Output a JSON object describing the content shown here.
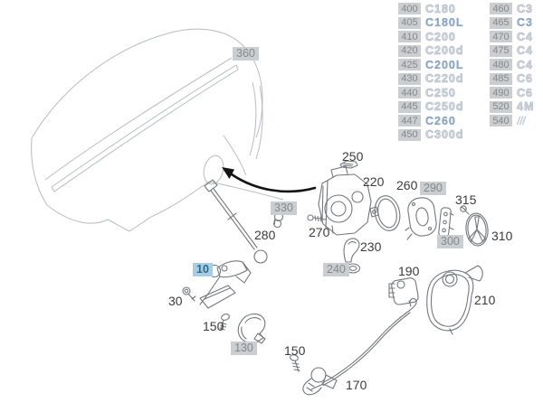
{
  "model_table": {
    "left_column": [
      {
        "code": "400",
        "model": "C180",
        "style": "outline"
      },
      {
        "code": "405",
        "model": "C180L",
        "style": "solid"
      },
      {
        "code": "410",
        "model": "C200",
        "style": "outline"
      },
      {
        "code": "420",
        "model": "C200d",
        "style": "outline"
      },
      {
        "code": "425",
        "model": "C200L",
        "style": "solid"
      },
      {
        "code": "430",
        "model": "C220d",
        "style": "outline"
      },
      {
        "code": "440",
        "model": "C250",
        "style": "outline"
      },
      {
        "code": "445",
        "model": "C250d",
        "style": "outline"
      },
      {
        "code": "447",
        "model": "C260",
        "style": "solid"
      },
      {
        "code": "450",
        "model": "C300d",
        "style": "outline"
      }
    ],
    "right_column": [
      {
        "code": "460",
        "model": "C3",
        "style": "outline"
      },
      {
        "code": "465",
        "model": "C3",
        "style": "solid"
      },
      {
        "code": "470",
        "model": "C4",
        "style": "outline"
      },
      {
        "code": "475",
        "model": "C4",
        "style": "outline"
      },
      {
        "code": "480",
        "model": "C4",
        "style": "outline"
      },
      {
        "code": "485",
        "model": "C6",
        "style": "outline"
      },
      {
        "code": "490",
        "model": "C6",
        "style": "outline"
      },
      {
        "code": "520",
        "model": "4M",
        "style": "outline"
      },
      {
        "code": "540",
        "model": "///",
        "style": "hatch"
      }
    ]
  },
  "part_labels": [
    {
      "text": "360",
      "badge": "gray"
    },
    {
      "text": "250",
      "badge": "none"
    },
    {
      "text": "220",
      "badge": "none"
    },
    {
      "text": "260",
      "badge": "none"
    },
    {
      "text": "290",
      "badge": "gray"
    },
    {
      "text": "315",
      "badge": "none"
    },
    {
      "text": "300",
      "badge": "gray"
    },
    {
      "text": "310",
      "badge": "none"
    },
    {
      "text": "270",
      "badge": "none"
    },
    {
      "text": "230",
      "badge": "none"
    },
    {
      "text": "240",
      "badge": "gray"
    },
    {
      "text": "190",
      "badge": "none"
    },
    {
      "text": "210",
      "badge": "none"
    },
    {
      "text": "330",
      "badge": "gray"
    },
    {
      "text": "280",
      "badge": "none"
    },
    {
      "text": "10",
      "badge": "blue",
      "selected": true
    },
    {
      "text": "30",
      "badge": "none"
    },
    {
      "text": "150",
      "badge": "none"
    },
    {
      "text": "130",
      "badge": "gray"
    },
    {
      "text": "150",
      "badge": "none"
    },
    {
      "text": "170",
      "badge": "none"
    }
  ],
  "colors": {
    "label_text": "#3b3b3b",
    "badge_gray_bg": "#cbced0",
    "badge_gray_text": "#85898d",
    "badge_blue_bg": "#a8cee3",
    "badge_blue_text": "#2b6b92",
    "car_line": "#b7bcc2",
    "part_line": "#73777d",
    "part_dark": "#54575b",
    "arrow": "#141414",
    "model_solid": "#8ba6c4",
    "model_outline": "#c3cad4"
  }
}
